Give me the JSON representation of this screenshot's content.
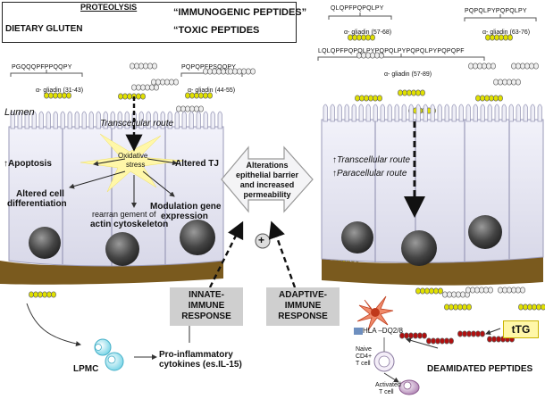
{
  "legend": {
    "dietary_gluten": "DIETARY GLUTEN",
    "proteolysis": "PROTEOLYSIS",
    "immunogenic_peptides": "“IMMUNOGENIC PEPTIDES”",
    "toxic_peptides": "“TOXIC PEPTIDES"
  },
  "peptides": [
    {
      "seq": "PGQQQPFPPQQPY",
      "name": "α- gliadin (31-43)"
    },
    {
      "seq": "PQPQPFPSQQPY",
      "name": "α- gliadin (44-55)"
    },
    {
      "seq": "QLQPFPQPQLPY",
      "name": "α- gliadin (57-68)"
    },
    {
      "seq": "PQPQLPYPQPQLPY",
      "name": "α- gliadin (63-76)"
    },
    {
      "seq": "LQLQPFPQPQLPYPQPQLPYPQPQLPYPQPQPF",
      "name": "α- gliadin (57-89)"
    }
  ],
  "left_epithelium": {
    "lumen": "Lumen",
    "transcellular": "Transcellular route",
    "apoptosis": "↑Apoptosis",
    "oxidative": "Oxidative",
    "stress": "stress",
    "altered_tj": "Altered TJ",
    "altered_cell_1": "Altered cell",
    "altered_cell_2": "differentiation",
    "rearrangement_1": "rearran gement of",
    "rearrangement_2": "actin cytoskeleton",
    "modulation_1": "Modulation gene",
    "modulation_2": "expression"
  },
  "center": {
    "line1": "Alterations",
    "line2": "epithelial barrier",
    "line3": "and increased",
    "line4": "permeability",
    "plus": "+"
  },
  "right_epithelium": {
    "transcellular": "↑Transcellular route",
    "paracellular": "↑Paracellular route"
  },
  "innate": {
    "l1": "INNATE-",
    "l2": "IMMUNE",
    "l3": "RESPONSE"
  },
  "adaptive": {
    "l1": "ADAPTIVE-",
    "l2": "IMMUNE",
    "l3": "RESPONSE"
  },
  "bottom": {
    "lpmc": "LPMC",
    "pro_1": "Pro-inflammatory",
    "pro_2": "cytokines (es.IL-15)",
    "hla": "HLA –DQ2/8",
    "naive_1": "Naive",
    "naive_2": "CD4+",
    "naive_3": "T cell",
    "activated_1": "Activated",
    "activated_2": "T cell",
    "ttg": "tTG",
    "deamidated": "DEAMIDATED PEPTIDES"
  },
  "colors": {
    "toxic": "#e0e000",
    "cell": "#e6e6f2",
    "cell_edge": "#9a9ab8",
    "nucleus": "#4a4a4a",
    "basal": "#7a5a1e",
    "grey_box": "#cfcfcf",
    "red_peptide": "#b01010"
  }
}
